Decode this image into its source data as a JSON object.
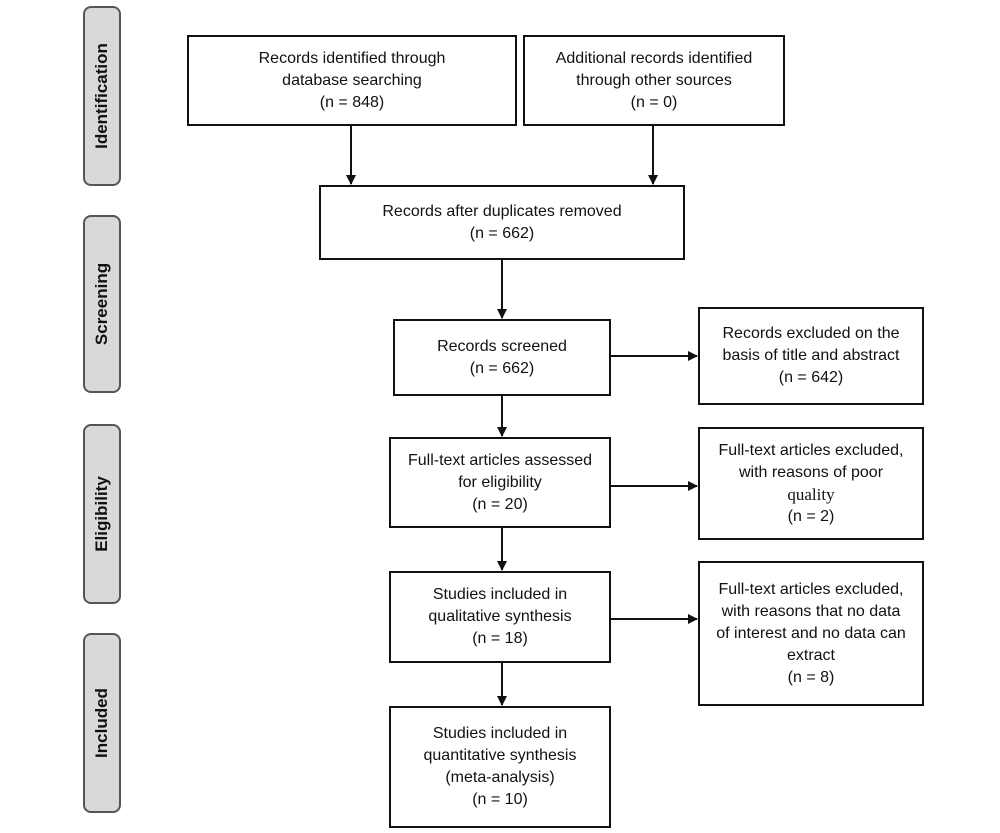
{
  "stages": {
    "identification": "Identification",
    "screening": "Screening",
    "eligibility": "Eligibility",
    "included": "Included"
  },
  "boxes": {
    "database_search": {
      "line1": "Records identified through",
      "line2": "database searching",
      "count": "(n = 848)"
    },
    "other_sources": {
      "line1": "Additional records identified",
      "line2": "through other sources",
      "count": "(n = 0)"
    },
    "duplicates_removed": {
      "line1": "Records after duplicates removed",
      "count": "(n = 662)"
    },
    "screened": {
      "line1": "Records screened",
      "count": "(n = 662)"
    },
    "excluded_title_abstract": {
      "line1": "Records excluded on the",
      "line2": "basis of title and abstract",
      "count": "(n = 642)"
    },
    "fulltext_assessed": {
      "line1": "Full-text articles assessed",
      "line2": "for eligibility",
      "count": "(n = 20)"
    },
    "excluded_poor_quality": {
      "line1": "Full-text articles excluded,",
      "line2": "with reasons of poor",
      "line3": "quality",
      "count": "(n = 2)"
    },
    "qualitative": {
      "line1": "Studies included in",
      "line2": "qualitative synthesis",
      "count": "(n = 18)"
    },
    "excluded_no_data": {
      "line1": "Full-text articles excluded,",
      "line2": "with reasons that no data",
      "line3": "of interest and no data can",
      "line4": "extract",
      "count": "(n = 8)"
    },
    "quantitative": {
      "line1": "Studies included in",
      "line2": "quantitative synthesis",
      "line3": "(meta-analysis)",
      "count": "(n = 10)"
    }
  }
}
